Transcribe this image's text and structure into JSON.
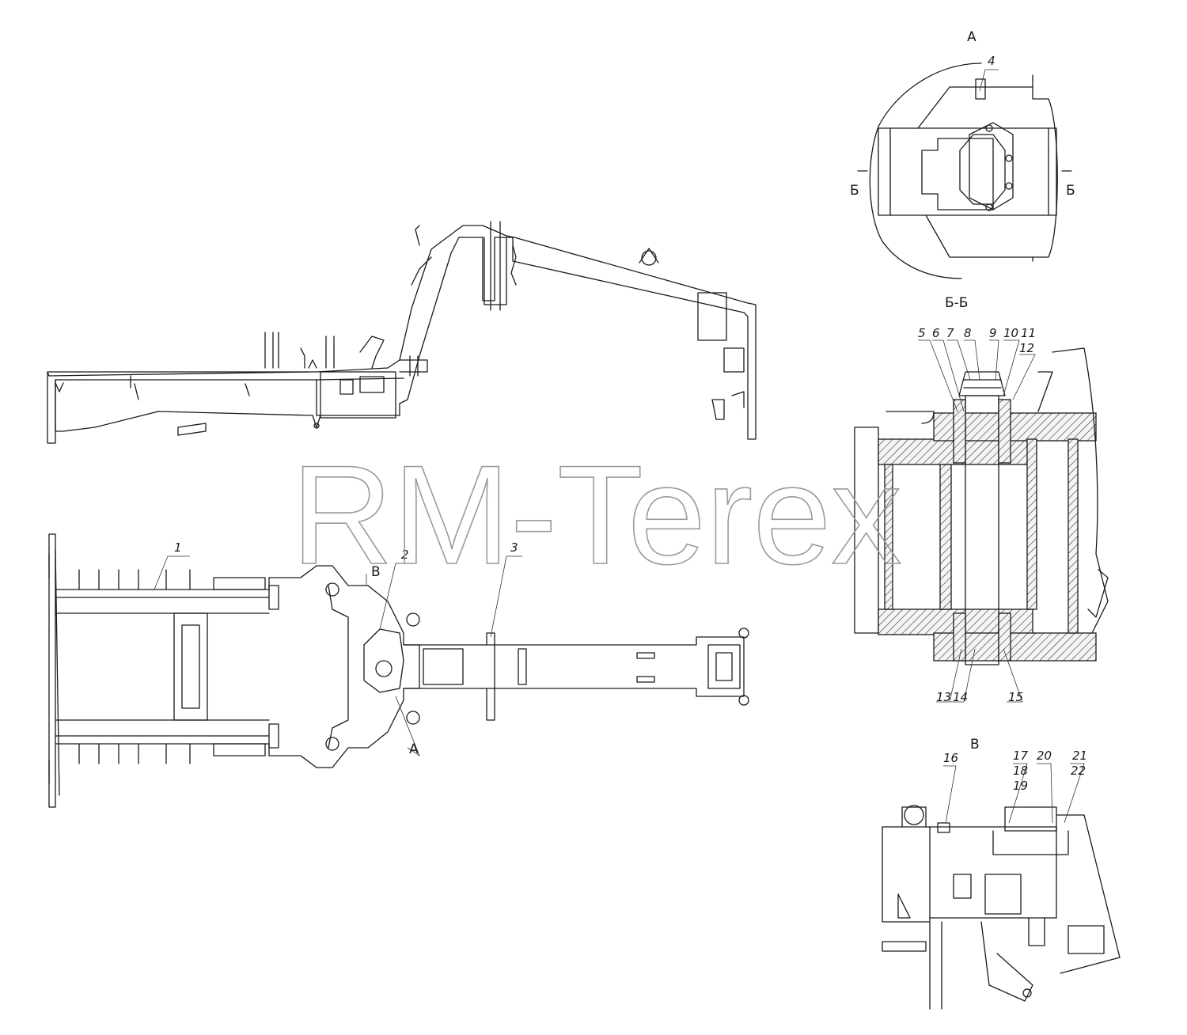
{
  "watermark": "RM-Terex",
  "views": {
    "view_a": "А",
    "view_b_section": "Б-Б",
    "view_v": "В",
    "section_mark_left": "Б",
    "section_mark_right": "Б",
    "arrow_a": "А",
    "arrow_v": "В"
  },
  "callouts": {
    "p1": "1",
    "p2": "2",
    "p3": "3",
    "p4": "4",
    "p5": "5",
    "p6": "6",
    "p7": "7",
    "p8": "8",
    "p9": "9",
    "p10": "10",
    "p11": "11",
    "p12": "12",
    "p13": "13",
    "p14": "14",
    "p15": "15",
    "p16": "16",
    "p17": "17",
    "p18": "18",
    "p19": "19",
    "p20": "20",
    "p21": "21",
    "p22": "22"
  }
}
